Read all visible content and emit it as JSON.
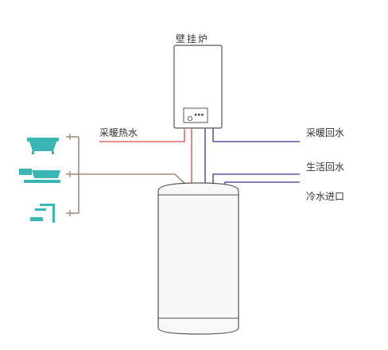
{
  "labels": {
    "boiler": "壁挂炉",
    "heating_supply": "采暖热水",
    "heating_return": "采暖回水",
    "domestic_return": "生活回水",
    "cold_water_inlet": "冷水进口"
  },
  "colors": {
    "hot": "#e06a62",
    "return": "#5b59a6",
    "domestic": "#a38c79",
    "fixture": "#39b7b6",
    "outline": "#555555",
    "tank_fill": "#f8f8f8"
  },
  "fixtures": [
    {
      "icon": "bathtub-icon"
    },
    {
      "icon": "washbasin-icon"
    },
    {
      "icon": "shower-icon"
    }
  ]
}
